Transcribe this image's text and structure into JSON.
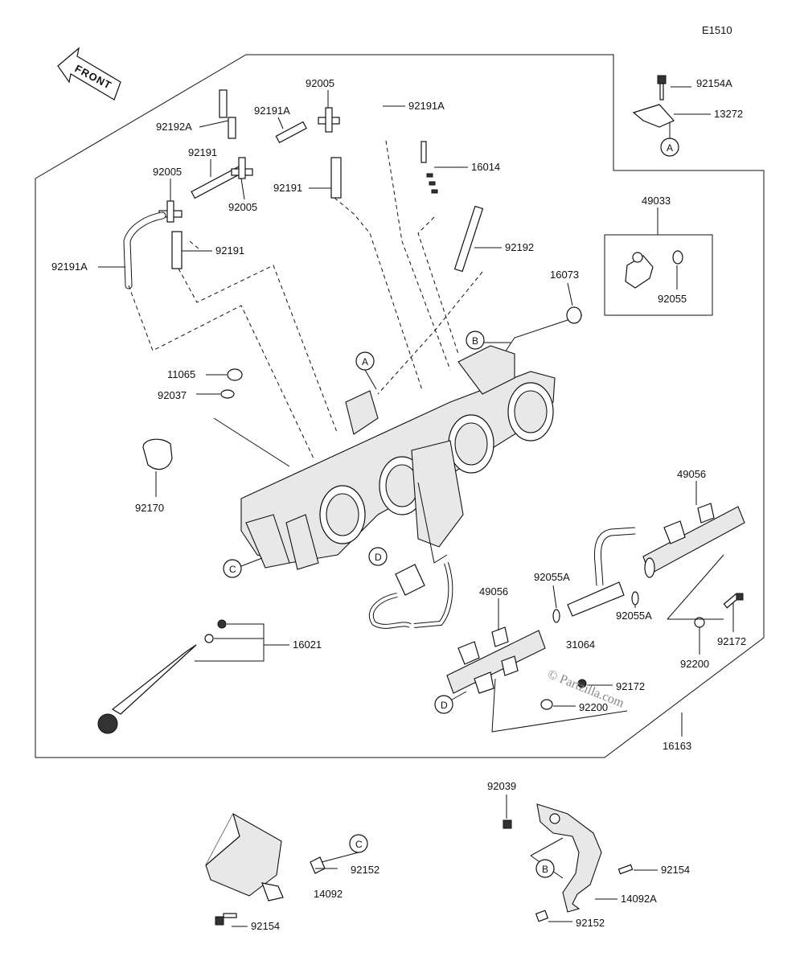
{
  "diagram_code": "E1510",
  "front_arrow": "FRONT",
  "watermark": "© Partzilla.com",
  "footer_text": "",
  "ref_circles": [
    "A",
    "A",
    "B",
    "B",
    "C",
    "C",
    "D",
    "D"
  ],
  "labels": {
    "p92154A": "92154A",
    "p13272": "13272",
    "p92005_top": "92005",
    "p92191A_top": "92191A",
    "p92192A": "92192A",
    "p92191A_mid": "92191A",
    "p92191_a": "92191",
    "p92005_left": "92005",
    "p92005_mid": "92005",
    "p92191_b": "92191",
    "p16014": "16014",
    "p92191_c": "92191",
    "p92191A_left": "92191A",
    "p92192": "92192",
    "p49033": "49033",
    "p16073": "16073",
    "p92055": "92055",
    "p11065": "11065",
    "p92037": "92037",
    "p92170": "92170",
    "p49056_r": "49056",
    "p92055A_a": "92055A",
    "p49056_c": "49056",
    "p92055A_b": "92055A",
    "p31064": "31064",
    "p16021": "16021",
    "p92172_r": "92172",
    "p92200_r": "92200",
    "p92172_c": "92172",
    "p92200_c": "92200",
    "p16163": "16163",
    "p92039": "92039",
    "p92152_l": "92152",
    "p14092": "14092",
    "p92154_l": "92154",
    "p92154_r": "92154",
    "p14092A": "14092A",
    "p92152_r": "92152"
  }
}
